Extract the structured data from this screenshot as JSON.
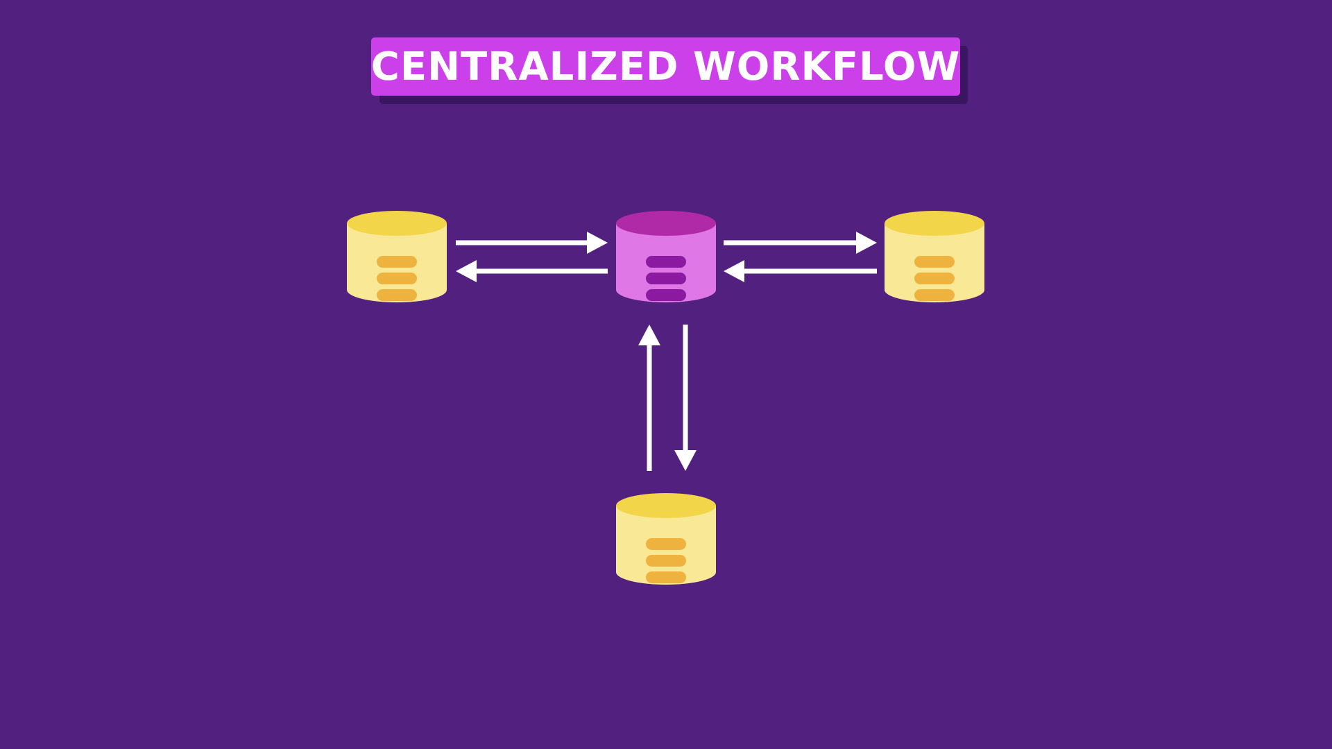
{
  "title": "CENTRALIZED WORKFLOW",
  "colors": {
    "background": "#52207f",
    "title_bg": "#cc40ea",
    "title_shadow": "#3b1660",
    "central_body": "#e077e6",
    "central_top": "#b02aa8",
    "central_bars": "#8c1aa0",
    "peer_body": "#f9e896",
    "peer_top": "#f3d549",
    "peer_bars": "#eeb33f",
    "arrow": "#ffffff"
  },
  "nodes": [
    {
      "id": "central",
      "name": "central-repository",
      "kind": "central"
    },
    {
      "id": "left",
      "name": "left-peer",
      "kind": "peer"
    },
    {
      "id": "right",
      "name": "right-peer",
      "kind": "peer"
    },
    {
      "id": "bottom",
      "name": "bottom-peer",
      "kind": "peer"
    }
  ],
  "connections": [
    {
      "from": "left",
      "to": "central"
    },
    {
      "from": "central",
      "to": "left"
    },
    {
      "from": "central",
      "to": "right"
    },
    {
      "from": "right",
      "to": "central"
    },
    {
      "from": "bottom",
      "to": "central"
    },
    {
      "from": "central",
      "to": "bottom"
    }
  ]
}
